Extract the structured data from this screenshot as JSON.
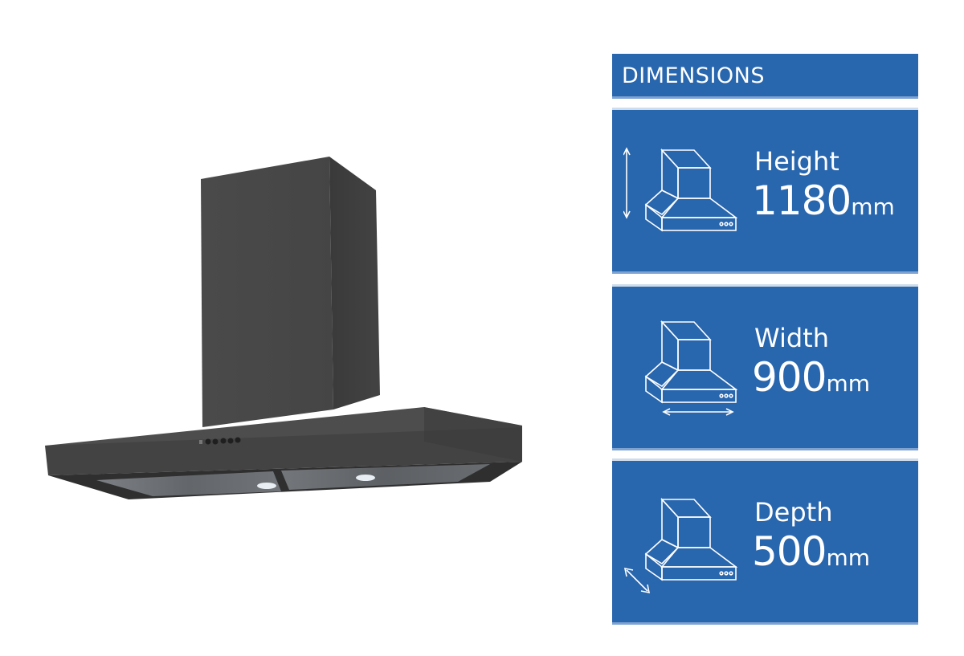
{
  "product": {
    "name": "chimney-range-hood",
    "finish_color": "#474747",
    "control_buttons": 5,
    "lights": 2
  },
  "dimensions": {
    "header": "DIMENSIONS",
    "accent_color": "#2866ae",
    "items": [
      {
        "label": "Height",
        "value": "1180",
        "unit": "mm",
        "icon": "hood-height-arrow-icon"
      },
      {
        "label": "Width",
        "value": "900",
        "unit": "mm",
        "icon": "hood-width-arrow-icon"
      },
      {
        "label": "Depth",
        "value": "500",
        "unit": "mm",
        "icon": "hood-depth-arrow-icon"
      }
    ]
  }
}
